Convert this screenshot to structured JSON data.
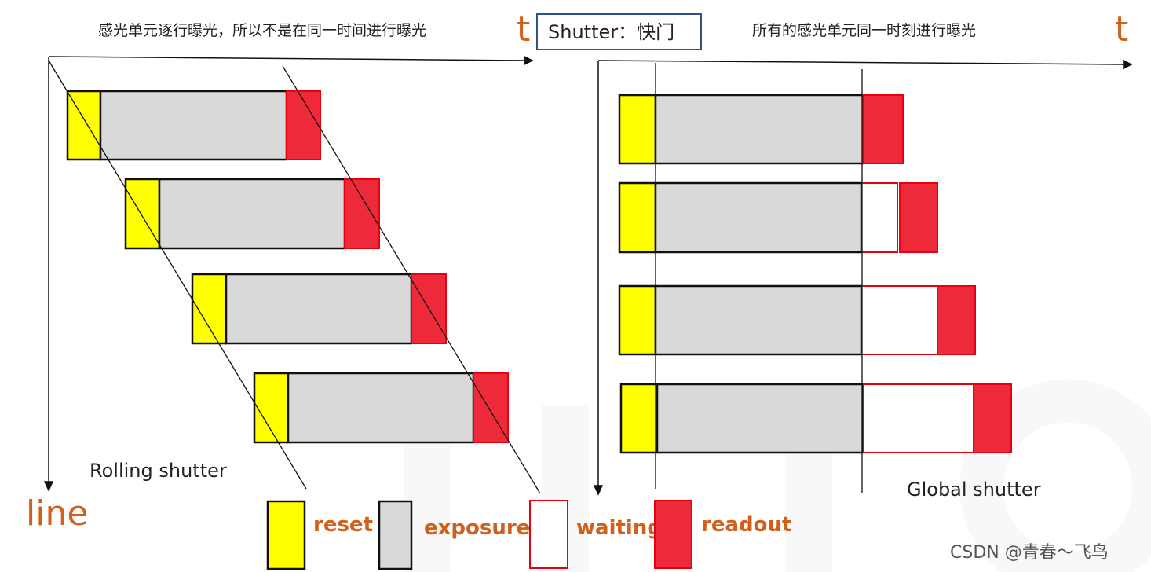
{
  "title_box": {
    "text": "Shutter：快门"
  },
  "rolling": {
    "caption_top": "感光单元逐行曝光，所以不是在同一时间进行曝光",
    "t_label": "t",
    "y_label": "line",
    "caption": "Rolling shutter"
  },
  "global": {
    "caption_top": "所有的感光单元同一时刻进行曝光",
    "t_label": "t",
    "caption": "Global shutter"
  },
  "legend": {
    "reset": "reset",
    "exposure": "exposure",
    "waiting": "waiting",
    "readout": "readout"
  },
  "colors": {
    "reset": "#ffff00",
    "exposure": "#d9d9d9",
    "waiting": "#ffffff",
    "readout": "#ee2a3a",
    "accent_text": "#d2601a",
    "border_red": "#e60012",
    "title_border": "#2f528f"
  },
  "watermark": "CSDN @青春～飞鸟"
}
